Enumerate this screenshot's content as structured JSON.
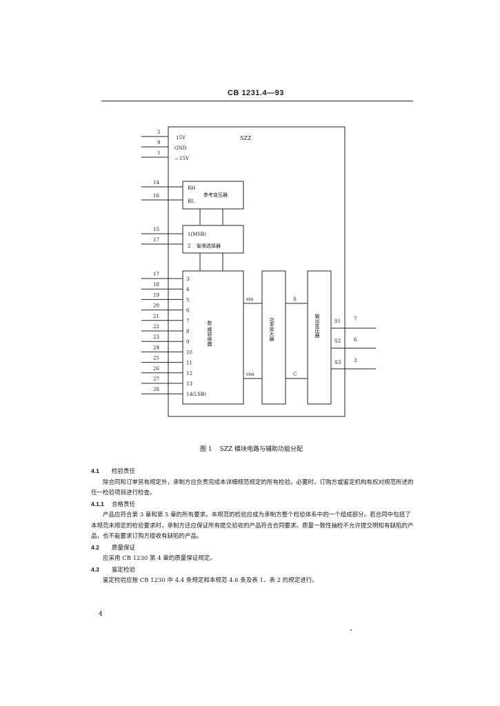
{
  "header": {
    "standard_no": "CB 1231.4—93"
  },
  "figure": {
    "module_name": "SZZ",
    "power_pins": [
      {
        "pin": "5",
        "label": "15V"
      },
      {
        "pin": "9",
        "label": "GND"
      },
      {
        "pin": "1",
        "label": "—15V"
      }
    ],
    "ref_block": {
      "title": "参考变压器",
      "pins": [
        {
          "pin": "14",
          "label": "RH"
        },
        {
          "pin": "16",
          "label": "RL"
        }
      ]
    },
    "reg_block": {
      "title": "象限选择器",
      "pins": [
        {
          "pin": "15",
          "label": "1(MSB)"
        },
        {
          "pin": "17",
          "label": "2"
        }
      ]
    },
    "dac_block": {
      "title": "数-模转换器",
      "pins": [
        {
          "pin": "17",
          "label": "3"
        },
        {
          "pin": "18",
          "label": "4"
        },
        {
          "pin": "19",
          "label": "5"
        },
        {
          "pin": "20",
          "label": "6"
        },
        {
          "pin": "21",
          "label": "7"
        },
        {
          "pin": "22",
          "label": "8"
        },
        {
          "pin": "23",
          "label": "9"
        },
        {
          "pin": "24",
          "label": "10"
        },
        {
          "pin": "25",
          "label": "11"
        },
        {
          "pin": "26",
          "label": "12"
        },
        {
          "pin": "27",
          "label": "13"
        },
        {
          "pin": "28",
          "label": "14(LSB)"
        }
      ],
      "out_sin": "sin",
      "out_cos": "cos"
    },
    "amp_block": {
      "title": "功率放大器"
    },
    "out_block": {
      "title": "输出变压器"
    },
    "signal_s": "S",
    "signal_c": "C",
    "outputs": [
      {
        "label": "S1",
        "pin": "7"
      },
      {
        "label": "S2",
        "pin": "6"
      },
      {
        "label": "S3",
        "pin": "3"
      }
    ],
    "caption_no": "图 1",
    "caption_text": "SZZ 模块电路与辅助功能分配"
  },
  "sections": {
    "s41_num": "4.1",
    "s41_title": "检验责任",
    "s41_text": "除合同和订单另有规定外，承制方应负责完成本详细规范规定的所有检验。必要时，订购方或鉴定机构有权对规范所述的任一检验项目进行检查。",
    "s411_num": "4.1.1",
    "s411_title": "合格责任",
    "s411_text": "产品应符合第 3 章和第 5 章的所有要求。本规范的检验应成为承制方整个检验体系中的一个组成部分。若合同中包括了本规范未规定的检验要求时，承制方还应保证所有提交验收的产品符合合同要求。质量一致性抽检不允许提交明知有缺陷的产品，也不能要求订购方接收有缺陷的产品。",
    "s42_num": "4.2",
    "s42_title": "质量保证",
    "s42_text": "应采用 CB 1230 第 4 章的质量保证规定。",
    "s43_num": "4.3",
    "s43_title": "鉴定检验",
    "s43_text": "鉴定检验应按 CB 1230 中 4.4 条规定和本规范 4.6 条及表 1、表 2 的规定进行。"
  },
  "page_number": "4"
}
